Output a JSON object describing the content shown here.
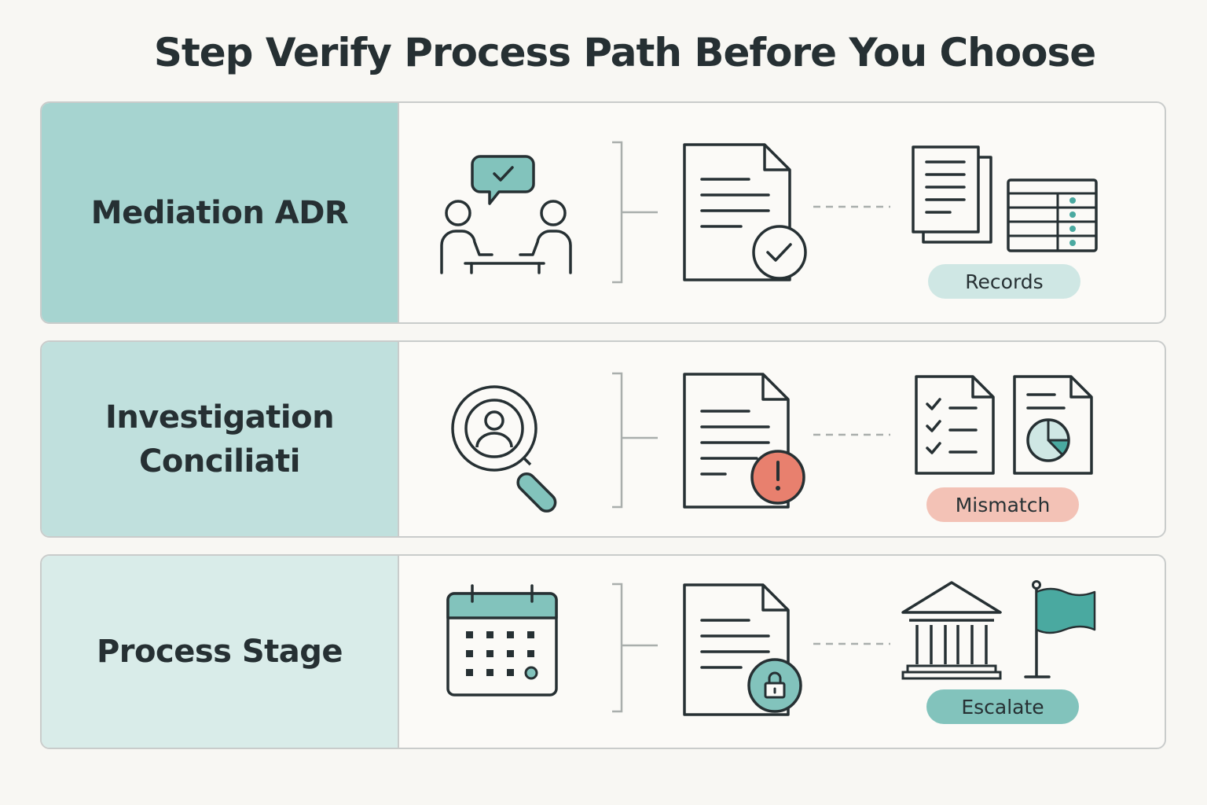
{
  "title": "Step Verify Process Path Before You Choose",
  "rows": [
    {
      "label_lines": [
        "Mediation ADR"
      ],
      "badge": {
        "text": "Records",
        "color": "#cfe7e4"
      },
      "icons": [
        "people-dialogue-check-icon",
        "bracket-connector-icon",
        "document-check-icon",
        "dashed-connector-icon",
        "stacked-documents-icon",
        "records-table-icon"
      ]
    },
    {
      "label_lines": [
        "Investigation",
        "Conciliati"
      ],
      "badge": {
        "text": "Mismatch",
        "color": "#f3c2b6"
      },
      "icons": [
        "magnifier-person-icon",
        "bracket-connector-icon",
        "document-alert-icon",
        "dashed-connector-icon",
        "checklist-icon",
        "pie-chart-report-icon"
      ]
    },
    {
      "label_lines": [
        "Process Stage"
      ],
      "badge": {
        "text": "Escalate",
        "color": "#82c3bc"
      },
      "icons": [
        "calendar-icon",
        "bracket-connector-icon",
        "document-lock-icon",
        "dashed-connector-icon",
        "courthouse-icon",
        "flag-icon"
      ]
    }
  ],
  "colors": {
    "teal": "#82c3bc",
    "teal_dark": "#4aa9a0",
    "alert_red": "#e8806e",
    "ink": "#263033",
    "line_grey": "#a9aeac"
  }
}
